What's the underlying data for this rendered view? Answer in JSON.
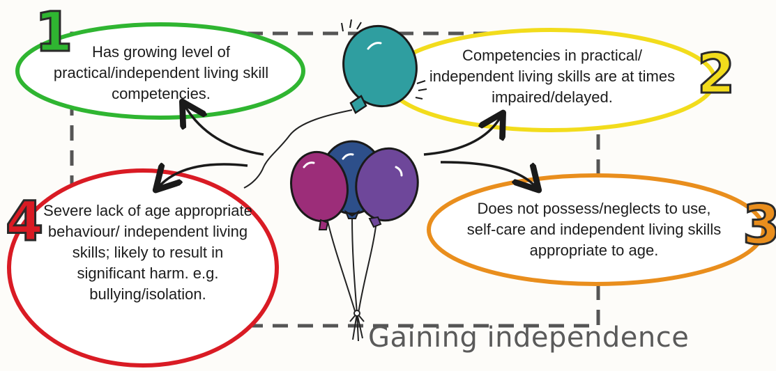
{
  "title": "Gaining independence",
  "stages": [
    {
      "number": "1",
      "text": "Has growing level of practical/independent living skill competencies.",
      "color": "#2fb531"
    },
    {
      "number": "2",
      "text": "Competencies in practical/ independent living skills are at times impaired/delayed.",
      "color": "#f2dc1c"
    },
    {
      "number": "3",
      "text": "Does not possess/neglects to use, self-care and independent living skills appropriate to age.",
      "color": "#e98e1d"
    },
    {
      "number": "4",
      "text": "Severe lack of age appropriate behaviour/ independent living skills; likely to result in significant harm. e.g. bullying/isolation.",
      "color": "#d91b24"
    }
  ],
  "balloons": {
    "teal": "#2f9ea0",
    "magenta": "#9c2d79",
    "navy": "#2d4f8a",
    "purple": "#6e479a"
  }
}
